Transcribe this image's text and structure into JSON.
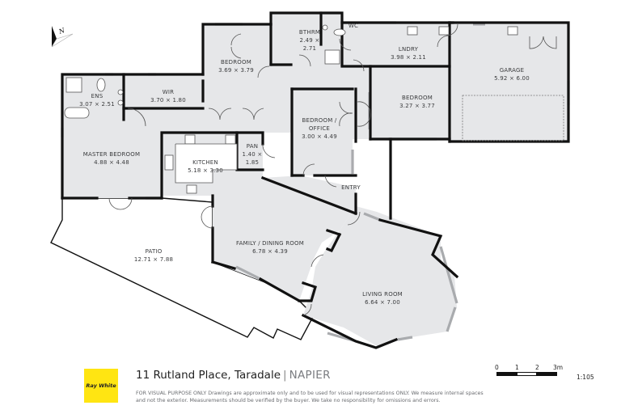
{
  "compass": {
    "label": "N",
    "icon": "north-arrow-icon"
  },
  "rooms": {
    "ens": {
      "name": "ENS",
      "size": "3.07 × 2.51"
    },
    "wir": {
      "name": "WIR",
      "size": "3.70 × 1.80"
    },
    "bedroom_top": {
      "name": "BEDROOM",
      "size": "3.69 × 3.79"
    },
    "bthrm": {
      "name": "BTHRM",
      "size_line1": "2.49 ×",
      "size_line2": "2.71"
    },
    "wc": {
      "name": "WC"
    },
    "lndry": {
      "name": "LNDRY",
      "size": "3.98 × 2.11"
    },
    "garage": {
      "name": "GARAGE",
      "size": "5.92 × 6.00"
    },
    "bedroom_right": {
      "name": "BEDROOM",
      "size": "3.27 × 3.77"
    },
    "bedroom_office": {
      "name_line1": "BEDROOM /",
      "name_line2": "OFFICE",
      "size": "3.00 × 4.49"
    },
    "master_bedroom": {
      "name": "MASTER BEDROOM",
      "size": "4.88 × 4.48"
    },
    "kitchen": {
      "name": "KITCHEN",
      "size": "5.18 × 3.30"
    },
    "pan": {
      "name": "PAN",
      "size_line1": "1.40 ×",
      "size_line2": "1.85"
    },
    "entry": {
      "name": "ENTRY"
    },
    "family_dining": {
      "name": "FAMILY / DINING ROOM",
      "size": "6.78 × 4.39"
    },
    "patio": {
      "name": "PATIO",
      "size": "12.71 × 7.88"
    },
    "living_room": {
      "name": "LIVING ROOM",
      "size": "6.64 × 7.00"
    }
  },
  "footer": {
    "brand": "Ray White",
    "brand_color": "#ffe512",
    "address": "11 Rutland Place, Taradale",
    "separator": "|",
    "city": "NAPIER",
    "disclaimer_line1": "FOR VISUAL PURPOSE ONLY Drawings are approximate only and to be used for visual representations ONLY. We measure internal spaces",
    "disclaimer_line2": "and not the exterior. Measurements should be verified by the buyer. We take no responsibility for omissions and errors."
  },
  "scale": {
    "ticks": [
      "0",
      "1",
      "2",
      "3m"
    ],
    "ratio": "1:105"
  }
}
